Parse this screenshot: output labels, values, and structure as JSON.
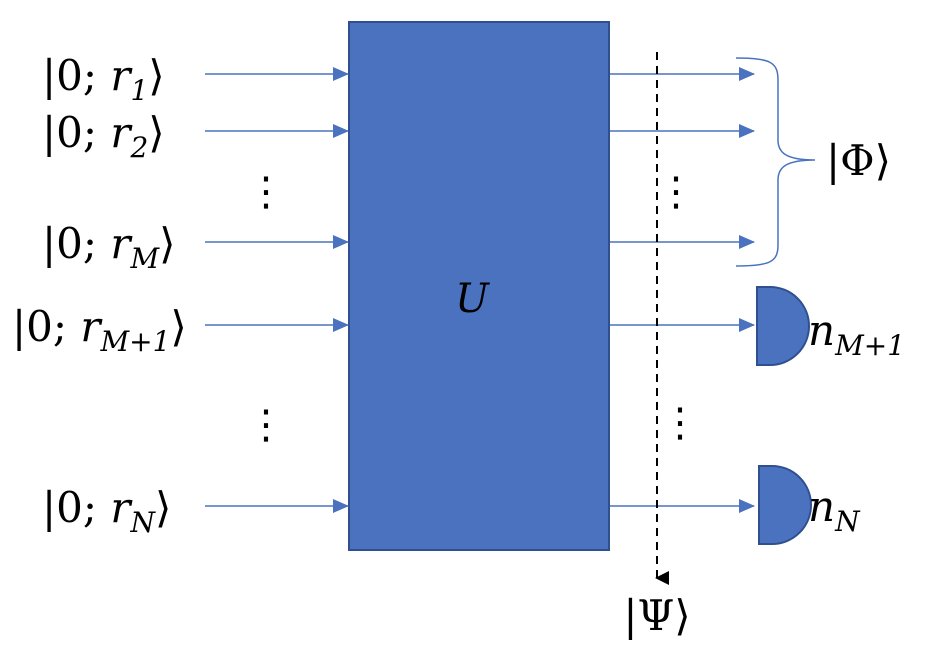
{
  "inputs": [
    {
      "prefix": "|0; ",
      "var": "r",
      "sub": "1",
      "suffix": "⟩"
    },
    {
      "prefix": "|0; ",
      "var": "r",
      "sub": "2",
      "suffix": "⟩"
    },
    {
      "prefix": "|0; ",
      "var": "r",
      "sub": "M",
      "suffix": "⟩"
    },
    {
      "prefix": "|0; ",
      "var": "r",
      "sub": "M+1",
      "suffix": "⟩"
    },
    {
      "prefix": "|0; ",
      "var": "r",
      "sub": "N",
      "suffix": "⟩"
    }
  ],
  "unitary_label": "U",
  "phi_label": "|Φ⟩",
  "psi_label": "|Ψ⟩",
  "detectors": [
    {
      "var": "n",
      "sub": "M+1"
    },
    {
      "var": "n",
      "sub": "N"
    }
  ],
  "dots": "⋮",
  "colors": {
    "box_fill": "#4a72bf",
    "box_stroke": "#2f4f8f",
    "line": "#4a72bf",
    "detector_fill": "#4a72bf",
    "detector_stroke": "#2f4f8f",
    "dashed": "#000000"
  }
}
